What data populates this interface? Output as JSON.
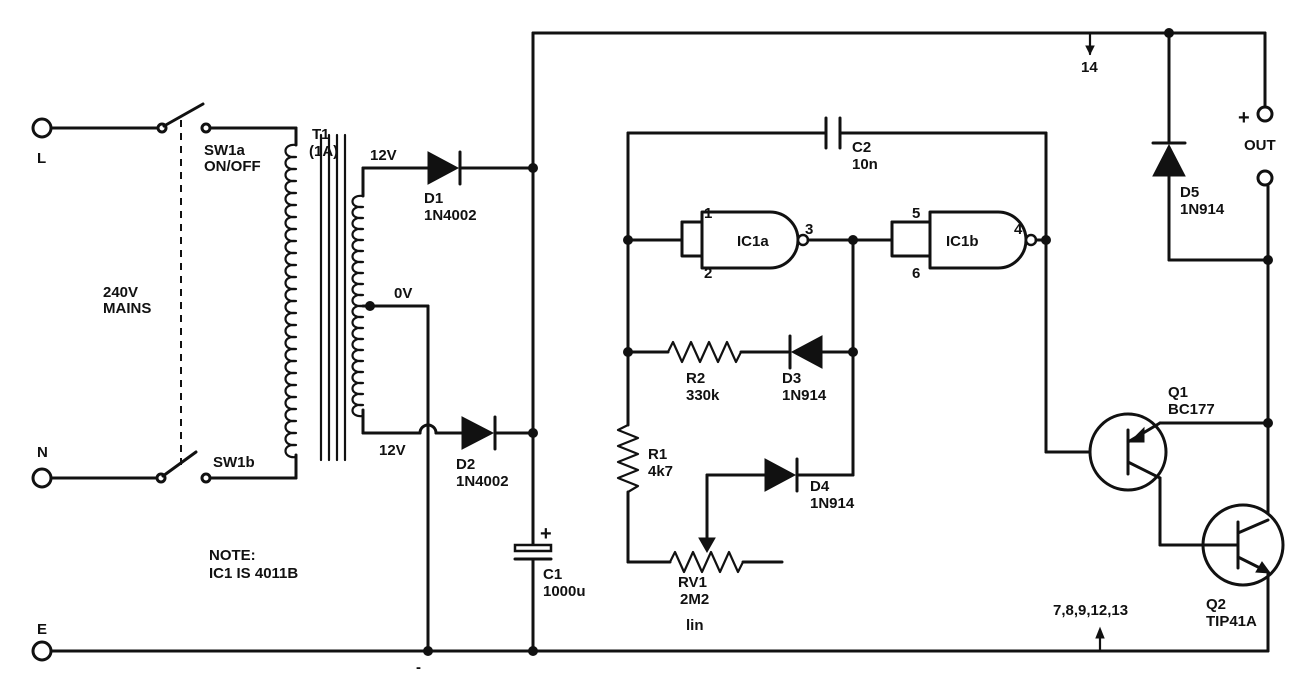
{
  "labels": {
    "terminal_L": "L",
    "terminal_N": "N",
    "terminal_E": "E",
    "mains": [
      "240V",
      "MAINS"
    ],
    "sw1a": [
      "SW1a",
      "ON/OFF"
    ],
    "sw1b": "SW1b",
    "t1": [
      "T1",
      "(1A)"
    ],
    "tap_top": "12V",
    "tap_mid": "0V",
    "tap_bottom": "12V",
    "d1": [
      "D1",
      "1N4002"
    ],
    "d2": [
      "D2",
      "1N4002"
    ],
    "c1_plus": "+",
    "c1": [
      "C1",
      "1000u"
    ],
    "ground_minus": "-",
    "note": [
      "NOTE:",
      "IC1 IS 4011B"
    ],
    "c2": [
      "C2",
      "10n"
    ],
    "ic1a": "IC1a",
    "ic1b": "IC1b",
    "pin1": "1",
    "pin2": "2",
    "pin3": "3",
    "pin4": "4",
    "pin5": "5",
    "pin6": "6",
    "r2": [
      "R2",
      "330k"
    ],
    "d3": [
      "D3",
      "1N914"
    ],
    "r1": [
      "R1",
      "4k7"
    ],
    "d4": [
      "D4",
      "1N914"
    ],
    "rv1": [
      "RV1",
      "2M2",
      "lin"
    ],
    "pin14": "14",
    "pins_ground": "7,8,9,12,13",
    "out_plus": "+",
    "out": "OUT",
    "d5": [
      "D5",
      "1N914"
    ],
    "q1": [
      "Q1",
      "BC177"
    ],
    "q2": [
      "Q2",
      "TIP41A"
    ]
  }
}
